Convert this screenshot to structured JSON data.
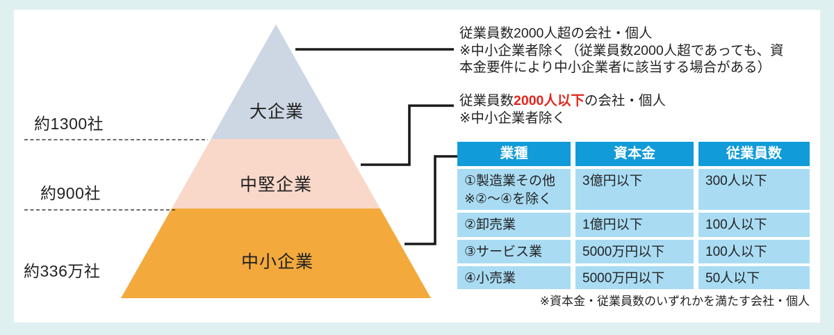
{
  "colors": {
    "canvas_bg": "#dff0f1",
    "panel_bg": "#ffffff",
    "pyramid_top": "#ccd7e3",
    "pyramid_middle": "#f9d8ca",
    "pyramid_bottom": "#f3a93c",
    "table_header_bg": "#119bd9",
    "table_cell_bg": "#a9dcf3",
    "highlight_red": "#e3251b",
    "connector_black": "#1a1a1a",
    "text_dark": "#222222"
  },
  "pyramid": {
    "levels": [
      {
        "label": "大企業",
        "count": "約1300社"
      },
      {
        "label": "中堅企業",
        "count": "約900社"
      },
      {
        "label": "中小企業",
        "count": "約336万社"
      }
    ]
  },
  "annotations": {
    "large": {
      "line1": "従業員数2000人超の会社・個人",
      "line2": "※中小企業者除く（従業員数2000人超であっても、資",
      "line3": "本金要件により中小企業者に該当する場合がある）"
    },
    "medium": {
      "prefix": "従業員数",
      "highlight": "2000人以下",
      "suffix": "の会社・個人",
      "note": "※中小企業者除く"
    }
  },
  "table": {
    "headers": [
      "業種",
      "資本金",
      "従業員数"
    ],
    "rows": [
      [
        "①製造業その他\n※②～④を除く",
        "3億円以下",
        "300人以下"
      ],
      [
        "②卸売業",
        "1億円以下",
        "100人以下"
      ],
      [
        "③サービス業",
        "5000万円以下",
        "100人以下"
      ],
      [
        "④小売業",
        "5000万円以下",
        "50人以下"
      ]
    ],
    "footnote": "※資本金・従業員数のいずれかを満たす会社・個人"
  }
}
